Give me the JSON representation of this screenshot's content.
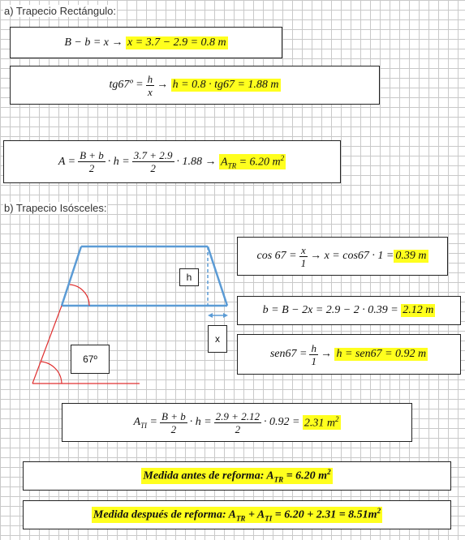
{
  "section_a": {
    "heading": "a) Trapecio Rectángulo:",
    "eq1": {
      "lhs": "B − b = x →",
      "result": "x = 3.7 − 2.9 = 0.8 m"
    },
    "eq2": {
      "lhs": "tg67º =",
      "num": "h",
      "den": "x",
      "arrow": "→",
      "result": "h = 0.8 · tg67 = 1.88 m"
    },
    "eq3": {
      "lhs": "A =",
      "num1": "B + b",
      "den1": "2",
      "mid1": "· h =",
      "num2": "3.7 + 2.9",
      "den2": "2",
      "mid2": "· 1.88 →",
      "result": "A",
      "result_sub": "TR",
      "result_tail": " = 6.20 m",
      "result_sup": "2"
    }
  },
  "section_b": {
    "heading": "b) Trapecio Isósceles:",
    "diagram": {
      "label_h": "h",
      "label_x": "x",
      "label_angle": "67º"
    },
    "eq_cos": {
      "lhs": "cos 67 =",
      "num": "x",
      "den": "1",
      "mid": "→ x = cos67 · 1 =",
      "result": "0.39 m"
    },
    "eq_b": {
      "lhs": "b = B − 2x = 2.9 − 2 · 0.39 =",
      "result": "2.12 m"
    },
    "eq_sen": {
      "lhs": "sen67 =",
      "num": "h",
      "den": "1",
      "arrow": "→",
      "result": "h = sen67 = 0.92 m"
    },
    "eq_area": {
      "lhs": "A",
      "lhs_sub": "TI",
      "eq": " =",
      "num1": "B + b",
      "den1": "2",
      "mid1": "· h =",
      "num2": "2.9 + 2.12",
      "den2": "2",
      "mid2": "· 0.92 =",
      "result": "2.31 m",
      "result_sup": "2"
    }
  },
  "summary": {
    "before_label": "Medida antes de reforma: A",
    "before_sub": "TR",
    "before_tail": " = 6.20 m",
    "before_sup": "2",
    "after_label": "Medida después de reforma: A",
    "after_sub1": "TR",
    "after_mid": " + A",
    "after_sub2": "TI",
    "after_tail": " = 6.20 + 2.31 = 8.51m",
    "after_sup": "2"
  },
  "colors": {
    "highlight": "#ffff1e",
    "trapezoid": "#5b9bd5",
    "angle": "#e03030"
  }
}
